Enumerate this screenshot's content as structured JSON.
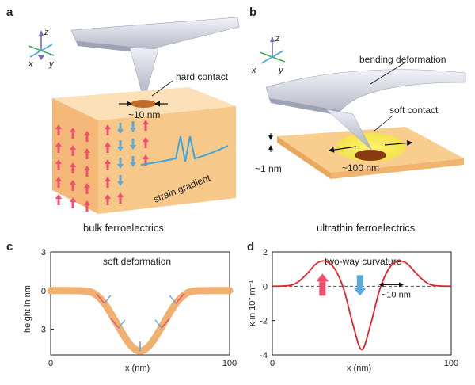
{
  "panels": {
    "a": {
      "label": "a",
      "axes": {
        "z": "z",
        "x": "x",
        "y": "y"
      },
      "contact_label": "hard contact",
      "size_label": "~10 nm",
      "gradient_label": "strain gradient",
      "caption": "bulk ferroelectrics"
    },
    "b": {
      "label": "b",
      "axes": {
        "z": "z",
        "x": "x",
        "y": "y"
      },
      "bending_label": "bending deformation",
      "contact_label": "soft contact",
      "thickness_label": "~1 nm",
      "size_label": "~100 nm",
      "caption": "ultrathin ferroelectrics"
    },
    "c": {
      "label": "c"
    },
    "d": {
      "label": "d"
    }
  },
  "colors": {
    "up_arrow": "#f0506e",
    "down_arrow": "#5aaadc",
    "profile": "#f0b070",
    "curvature": "#e8212b",
    "block_top": "#fbe0b8",
    "block_side": "#f6c98a"
  },
  "chart_data": [
    {
      "type": "line",
      "title": "soft deformation",
      "xlabel": "x (nm)",
      "ylabel": "height in nm",
      "xlim": [
        0,
        100
      ],
      "ylim": [
        -5,
        3
      ],
      "xticks": [
        "0",
        "100"
      ],
      "yticks": [
        "3",
        "0",
        "-3"
      ],
      "series": [
        {
          "x": [
            0,
            10,
            20,
            25,
            30,
            35,
            40,
            45,
            50,
            55,
            60,
            65,
            70,
            75,
            80,
            90,
            100
          ],
          "y": [
            0,
            0,
            -0.05,
            -0.3,
            -1.0,
            -2.1,
            -3.3,
            -4.3,
            -4.7,
            -4.3,
            -3.3,
            -2.1,
            -1.0,
            -0.3,
            -0.05,
            0,
            0
          ]
        }
      ]
    },
    {
      "type": "line",
      "title": "two-way curvature",
      "xlabel": "x (nm)",
      "ylabel": "κ in 10⁷ m⁻¹",
      "xlim": [
        0,
        100
      ],
      "ylim": [
        -4,
        2
      ],
      "xticks": [
        "0",
        "100"
      ],
      "yticks": [
        "2",
        "0",
        "-2",
        "-4"
      ],
      "annotation": "~10 nm",
      "series": [
        {
          "x": [
            0,
            10,
            15,
            20,
            25,
            30,
            35,
            40,
            45,
            50,
            55,
            60,
            65,
            70,
            75,
            80,
            85,
            90,
            100
          ],
          "y": [
            0,
            0.05,
            0.3,
            0.8,
            1.35,
            1.45,
            1.0,
            -0.2,
            -2.2,
            -3.7,
            -2.2,
            -0.2,
            1.0,
            1.45,
            1.35,
            0.8,
            0.3,
            0.05,
            0
          ]
        }
      ]
    }
  ]
}
